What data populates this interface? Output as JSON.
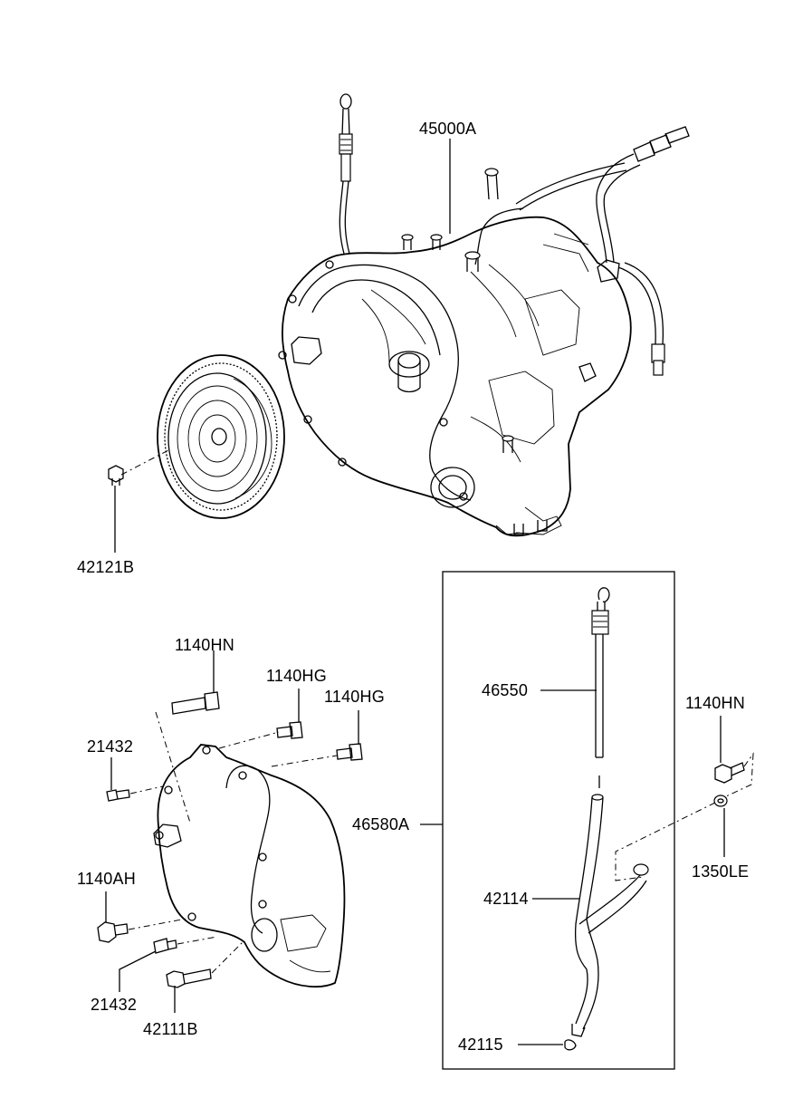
{
  "labels": {
    "transaxle": "45000A",
    "torque_converter_bolt": "42121B",
    "bolt_top_a": "1140HN",
    "bolt_top_b": "1140HG",
    "bolt_top_c": "1140HG",
    "dowel_upper": "21432",
    "bolt_left": "1140AH",
    "dowel_lower": "21432",
    "bolt_bottom": "42111B",
    "dipstick": "46550",
    "dipstick_assy": "46580A",
    "dipstick_tube": "42114",
    "oring": "42115",
    "bolt_right": "1140HN",
    "washer": "1350LE"
  }
}
